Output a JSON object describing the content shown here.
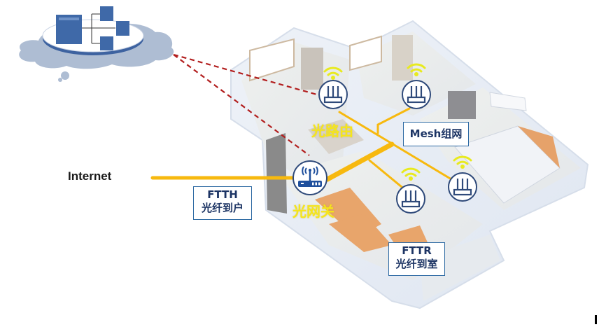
{
  "diagram": {
    "title": "FTTR home network illustration",
    "cloud": {
      "icon": "server-cloud-icon",
      "caption_lines": [
        "",
        ""
      ]
    },
    "internet_label": "Internet",
    "ftth_box": {
      "line1": "FTTH",
      "line2": "光纤到户"
    },
    "gateway": {
      "label": "光网关",
      "icon": "optical-gateway-icon"
    },
    "main_router": {
      "label": "光路由",
      "icon": "router-icon"
    },
    "mesh_box": {
      "label": "Mesh组网"
    },
    "fttr_box": {
      "line1": "FTTR",
      "line2": "光纤到室"
    },
    "routers": [
      {
        "name": "router-kitchen",
        "icon": "router-icon"
      },
      {
        "name": "router-study",
        "icon": "router-icon"
      },
      {
        "name": "router-living",
        "icon": "router-icon"
      },
      {
        "name": "router-bedroom",
        "icon": "router-icon"
      }
    ],
    "colors": {
      "fiber_line": "#f7b90f",
      "wireless_link": "#b21e1e",
      "wifi": "#e8ea1f",
      "icon_stroke": "#2f4a7a",
      "gateway_icon": "#1f4f9c",
      "label_text": "#1c3464",
      "label_border": "#2e6aa3",
      "yellow_text": "#f5e51c",
      "cloud": "#a9b9d0",
      "server": "#3f69a8"
    }
  }
}
